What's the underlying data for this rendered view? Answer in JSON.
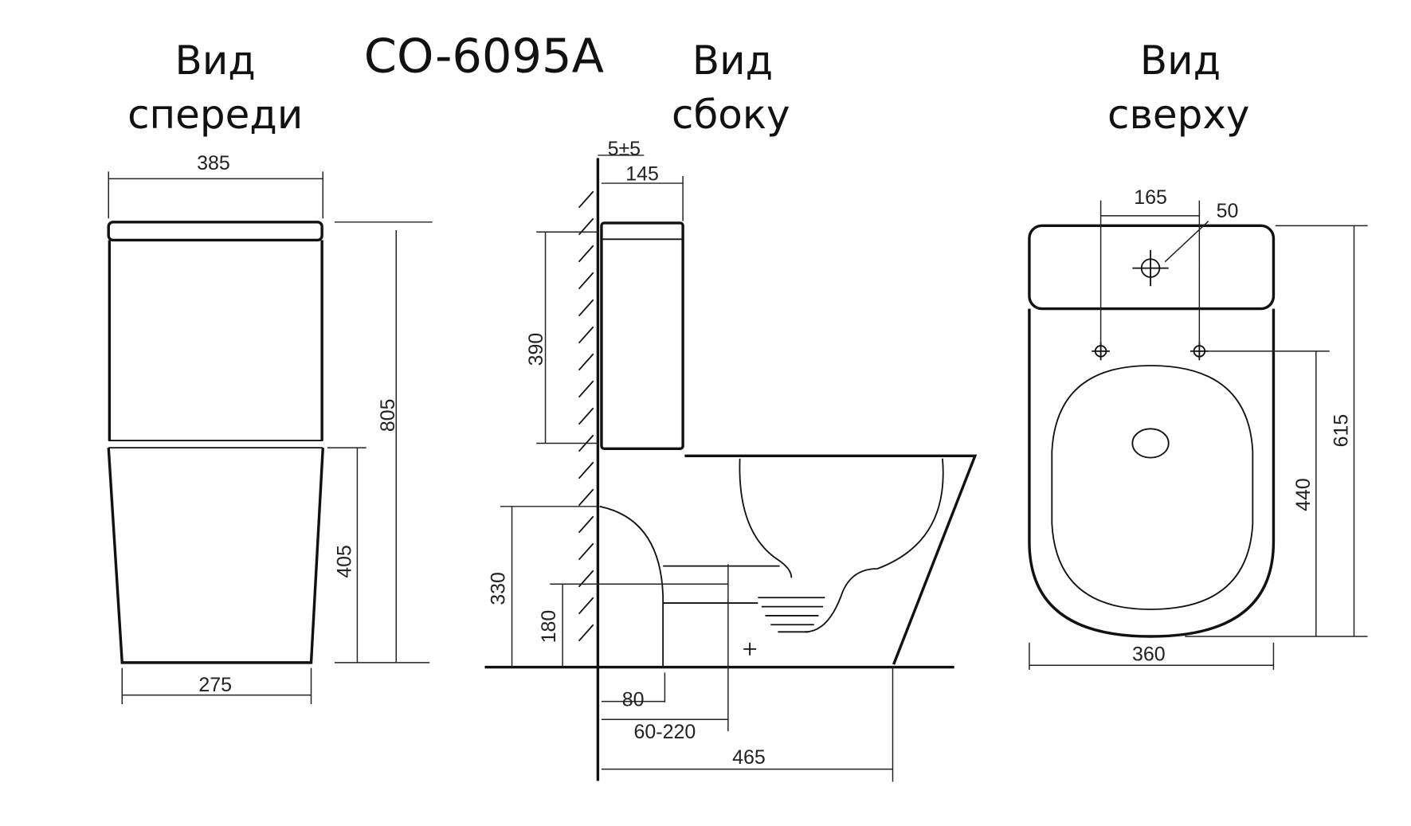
{
  "titles": {
    "model": "CO-6095A",
    "front_1": "Вид",
    "front_2": "спереди",
    "side_1": "Вид",
    "side_2": "сбоку",
    "top_1": "Вид",
    "top_2": "сверху"
  },
  "front_dims": {
    "top_width": "385",
    "height_total": "805",
    "bowl_height": "405",
    "base_width": "275"
  },
  "side_dims": {
    "wall_gap": "5±5",
    "tank_depth": "145",
    "tank_height": "390",
    "inlet_height": "330",
    "outlet_height": "180",
    "outlet_offset": "80",
    "outlet_range": "60-220",
    "depth_total": "465"
  },
  "top_dims": {
    "hole_spacing": "165",
    "hole_diameter": "50",
    "length_total": "615",
    "seat_length": "440",
    "width": "360"
  }
}
